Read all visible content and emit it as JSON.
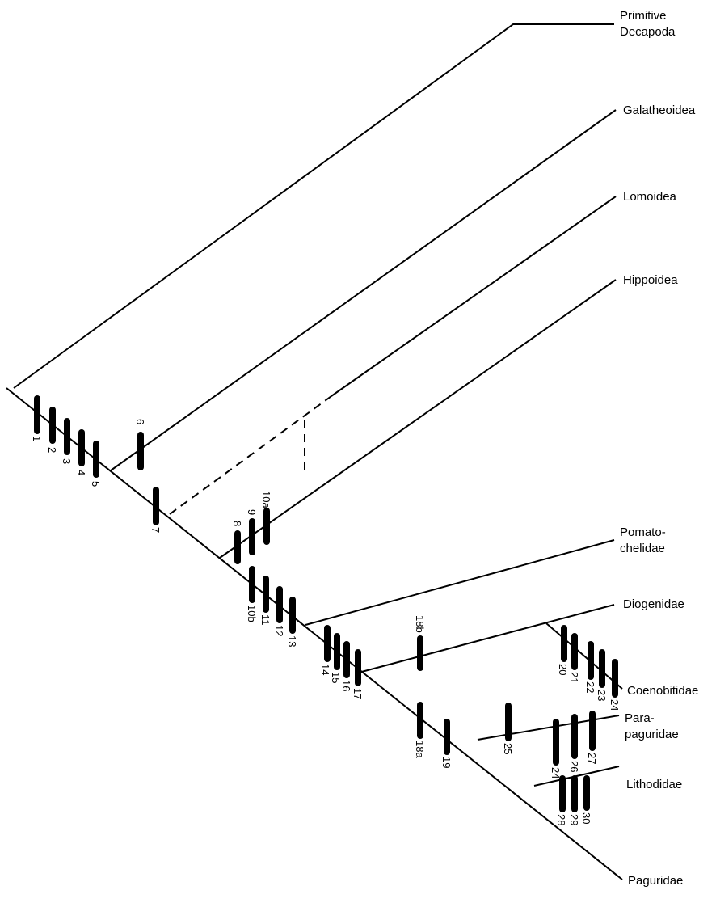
{
  "taxa": {
    "primitive_1": "Primitive",
    "primitive_2": "Decapoda",
    "galatheoidea": "Galatheoidea",
    "lomoidea": "Lomoidea",
    "hippoidea": "Hippoidea",
    "pomato_1": "Pomato-",
    "pomato_2": "chelidae",
    "diogenidae": "Diogenidae",
    "coenobitidae": "Coenobitidae",
    "para_1": "Para-",
    "para_2": "paguridae",
    "lithodidae": "Lithodidae",
    "paguridae": "Paguridae"
  },
  "characters": {
    "c1": "1",
    "c2": "2",
    "c3": "3",
    "c4": "4",
    "c5": "5",
    "c6": "6",
    "c7": "7",
    "c8": "8",
    "c9": "9",
    "c10a": "10a",
    "c10b": "10b",
    "c11": "11",
    "c12": "12",
    "c13": "13",
    "c14": "14",
    "c15": "15",
    "c16": "16",
    "c17": "17",
    "c18a": "18a",
    "c18b": "18b",
    "c19": "19",
    "c20": "20",
    "c21": "21",
    "c22": "22",
    "c23": "23",
    "c24a": "24",
    "c24b": "24",
    "c25": "25",
    "c26": "26",
    "c27": "27",
    "c28": "28",
    "c29": "29",
    "c30": "30"
  }
}
